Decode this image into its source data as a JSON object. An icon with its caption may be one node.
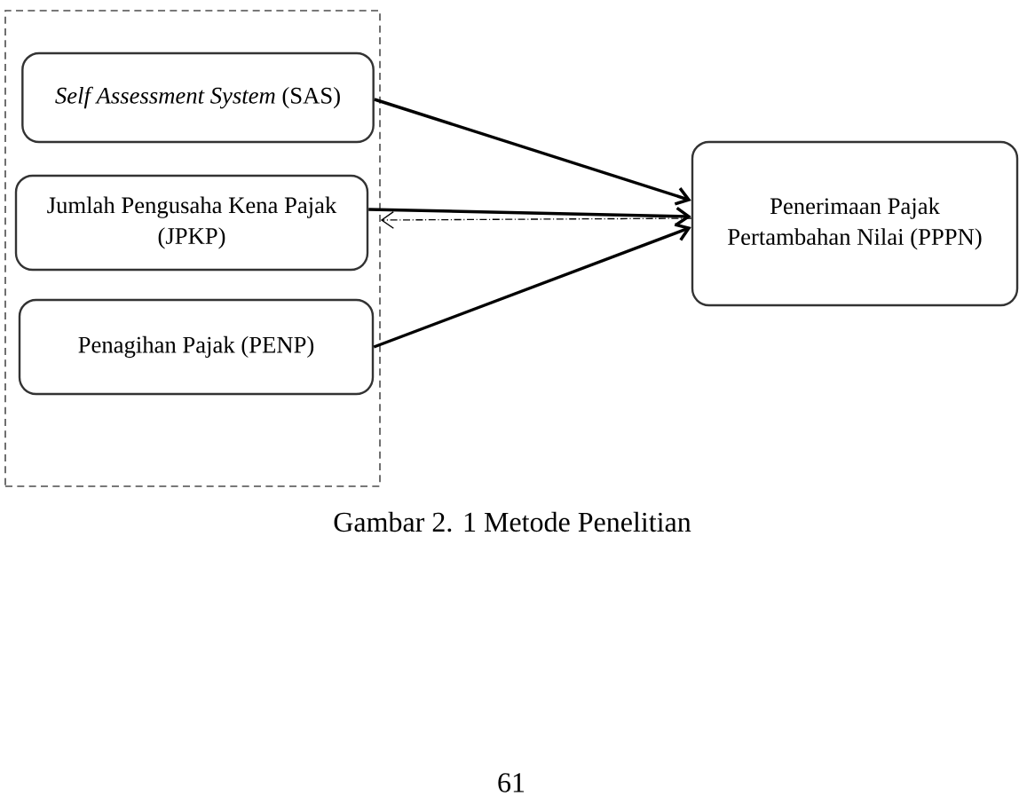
{
  "diagram": {
    "caption": "Gambar 2. 1 Metode Penelitian",
    "nodes": [
      {
        "text": [],
        "shape": "box"
      },
      {
        "text": [
          "*Self Assessment System* (SAS)"
        ],
        "in": 0
      },
      {
        "text": [
          "Jumlah Pengusaha Kena Pajak (JPKP)"
        ],
        "in": 0
      },
      {
        "text": [
          "Penagihan Pajak (PENP)"
        ],
        "in": 0
      },
      {
        "text": [
          "Penerimaan Pajak Pertambahan Nilai (PPPN)"
        ]
      }
    ],
    "edges": [
      {
        "from": 1,
        "to": 4,
        "arrow": "to"
      },
      {
        "from": 2,
        "to": 4,
        "arrow": "to"
      },
      {
        "from": 3,
        "to": 4,
        "arrow": "to"
      },
      {
        "from": 4,
        "to": 0,
        "arrow": "to",
        "style": "dashed"
      }
    ],
    "labels": [
      "61"
    ]
  }
}
